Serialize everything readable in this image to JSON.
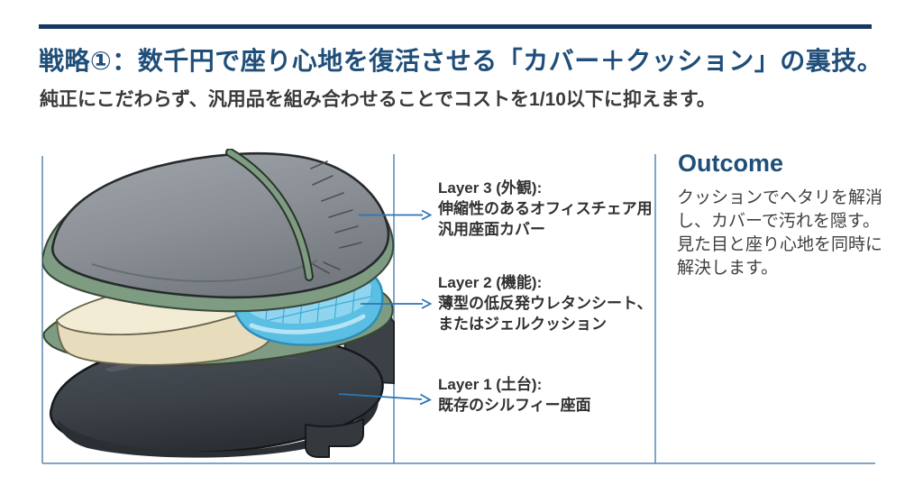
{
  "slide": {
    "title": "戦略①：数千円で座り心地を復活させる「カバー＋クッション」の裏技。",
    "subtitle": "純正にこだわらず、汎用品を組み合わせることでコストを1/10以下に抑えます。"
  },
  "diagram": {
    "layers": [
      {
        "title": "Layer 3 (外観):",
        "desc": "伸縮性のあるオフィスチェア用\n汎用座面カバー"
      },
      {
        "title": "Layer 2 (機能):",
        "desc": "薄型の低反発ウレタンシート、\nまたはジェルクッション"
      },
      {
        "title": "Layer 1 (土台):",
        "desc": "既存のシルフィー座面"
      }
    ]
  },
  "outcome": {
    "heading": "Outcome",
    "body": "クッションでヘタリを解消し、カバーで汚れを隠す。見た目と座り心地を同時に解決します。"
  },
  "colors": {
    "navy_accent": "#1F4E79",
    "rule_navy": "#17375E",
    "divider_blue": "#5F8CB3",
    "arrow_blue": "#2E75B6",
    "trim_green": "#7E9C82",
    "gel_blue": "#5BBEE3",
    "foam_cream": "#F2ECD5",
    "cover_gray": "#8A9095",
    "base_charcoal": "#3C4248"
  }
}
